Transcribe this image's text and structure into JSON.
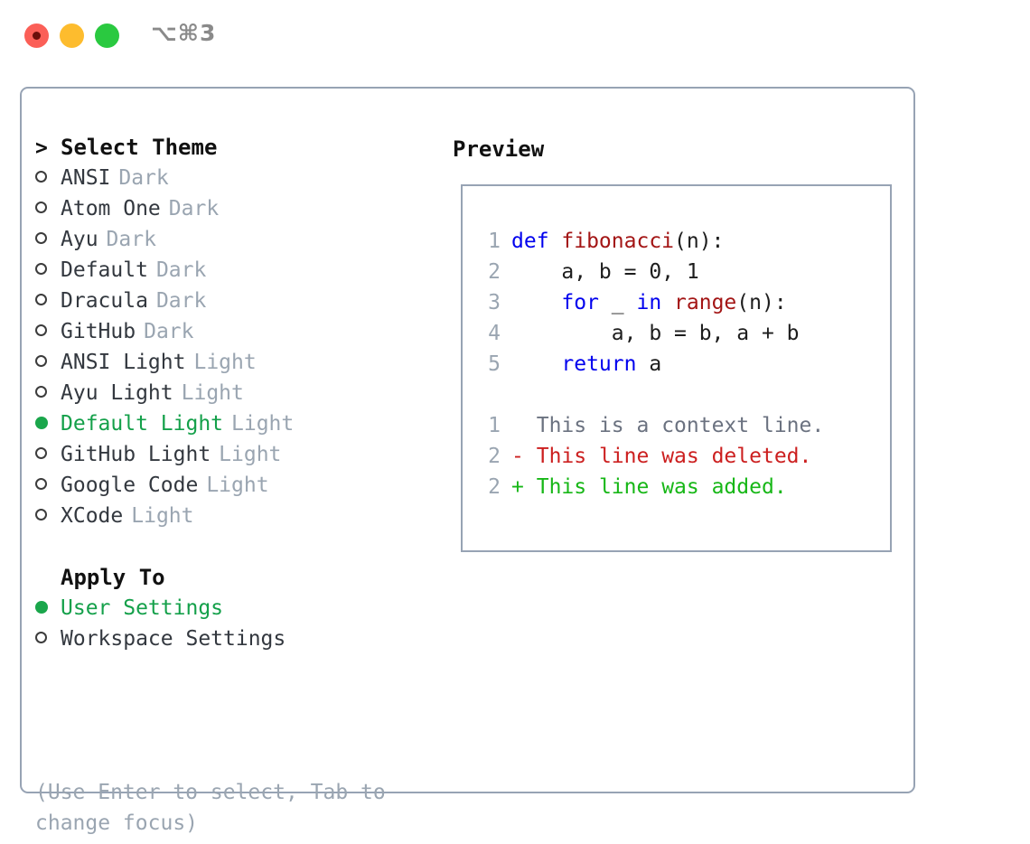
{
  "window": {
    "traffic_lights": [
      "close",
      "minimize",
      "zoom"
    ],
    "shortcut": "⌥⌘3"
  },
  "theme_list": {
    "header": "Select Theme",
    "header_marker": ">",
    "items": [
      {
        "marker": "ring",
        "name": "ANSI",
        "variant": "Dark",
        "selected": false
      },
      {
        "marker": "ring",
        "name": "Atom One",
        "variant": "Dark",
        "selected": false
      },
      {
        "marker": "ring",
        "name": "Ayu",
        "variant": "Dark",
        "selected": false
      },
      {
        "marker": "ring",
        "name": "Default",
        "variant": "Dark",
        "selected": false
      },
      {
        "marker": "ring",
        "name": "Dracula",
        "variant": "Dark",
        "selected": false
      },
      {
        "marker": "ring",
        "name": "GitHub",
        "variant": "Dark",
        "selected": false
      },
      {
        "marker": "ring",
        "name": "ANSI Light",
        "variant": "Light",
        "selected": false
      },
      {
        "marker": "ring",
        "name": "Ayu Light",
        "variant": "Light",
        "selected": false
      },
      {
        "marker": "dot",
        "name": "Default Light",
        "variant": "Light",
        "selected": true
      },
      {
        "marker": "ring",
        "name": "GitHub Light",
        "variant": "Light",
        "selected": false
      },
      {
        "marker": "ring",
        "name": "Google Code",
        "variant": "Light",
        "selected": false
      },
      {
        "marker": "ring",
        "name": "XCode",
        "variant": "Light",
        "selected": false
      }
    ]
  },
  "apply_to": {
    "label": "Apply To",
    "items": [
      {
        "marker": "dot",
        "name": "User Settings",
        "selected": true
      },
      {
        "marker": "ring",
        "name": "Workspace Settings",
        "selected": false
      }
    ]
  },
  "hint": "(Use Enter to select, Tab to change focus)",
  "preview": {
    "title": "Preview",
    "code_lines": [
      {
        "num": "1",
        "tokens": [
          {
            "text": "def ",
            "cls": "kw"
          },
          {
            "text": "fibonacci",
            "cls": "fn"
          },
          {
            "text": "(n):",
            "cls": "plain"
          }
        ]
      },
      {
        "num": "2",
        "tokens": [
          {
            "text": "    a, b = 0, 1",
            "cls": "plain"
          }
        ]
      },
      {
        "num": "3",
        "tokens": [
          {
            "text": "    ",
            "cls": "plain"
          },
          {
            "text": "for",
            "cls": "kw"
          },
          {
            "text": " _ ",
            "cls": "plain"
          },
          {
            "text": "in",
            "cls": "kw"
          },
          {
            "text": " ",
            "cls": "plain"
          },
          {
            "text": "range",
            "cls": "fn"
          },
          {
            "text": "(n):",
            "cls": "plain"
          }
        ]
      },
      {
        "num": "4",
        "tokens": [
          {
            "text": "        a, b = b, a + b",
            "cls": "plain"
          }
        ]
      },
      {
        "num": "5",
        "tokens": [
          {
            "text": "    ",
            "cls": "plain"
          },
          {
            "text": "return",
            "cls": "kw"
          },
          {
            "text": " a",
            "cls": "plain"
          }
        ]
      }
    ],
    "diff_lines": [
      {
        "num": "1",
        "sign": " ",
        "text": "This is a context line.",
        "kind": "ctx"
      },
      {
        "num": "2",
        "sign": "-",
        "text": "This line was deleted.",
        "kind": "del"
      },
      {
        "num": "2",
        "sign": "+",
        "text": "This line was added.",
        "kind": "add"
      }
    ]
  },
  "colors": {
    "selected_green": "#14a04a",
    "muted": "#9aa5b1",
    "keyword_blue": "#0000ee",
    "function_red": "#a31515",
    "diff_delete": "#cc1f1f",
    "diff_add": "#17b717",
    "border": "#97a3b4"
  }
}
